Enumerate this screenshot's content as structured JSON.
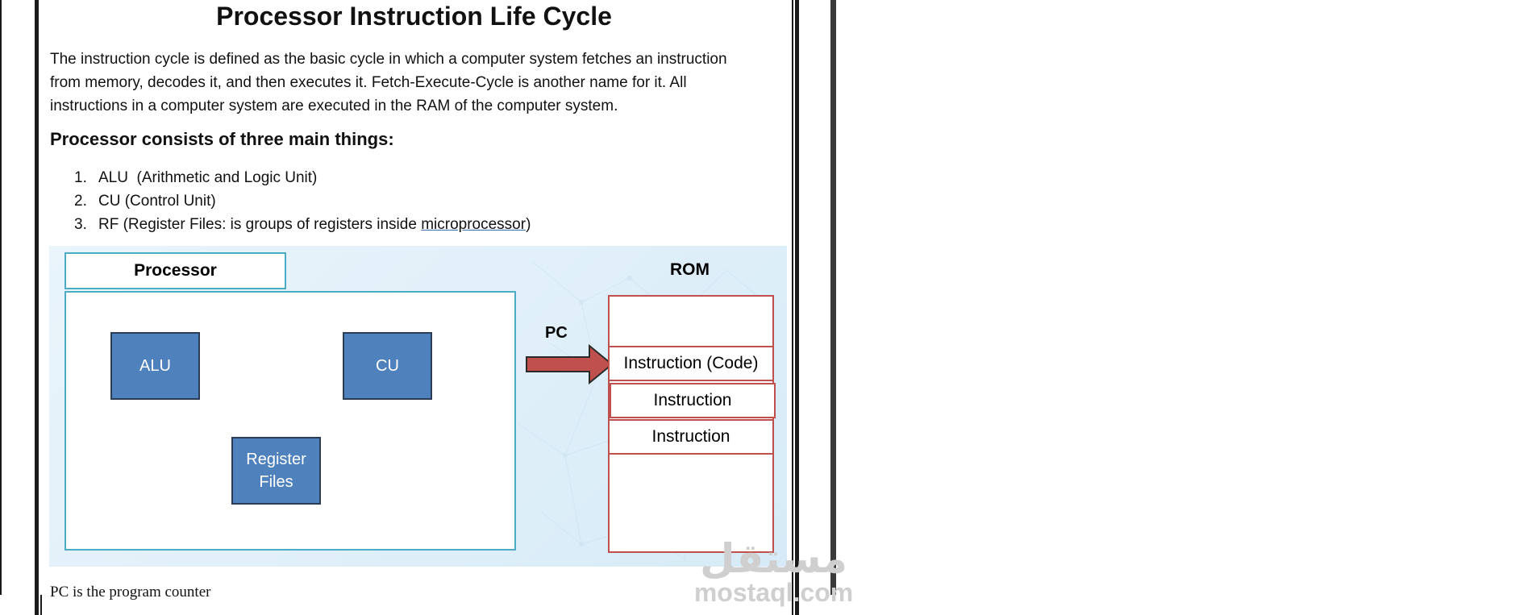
{
  "document": {
    "title": "Processor Instruction Life Cycle",
    "paragraph": {
      "line1": "The instruction cycle is defined as the basic cycle in which a computer system fetches an instruction",
      "line2": "from memory, decodes it, and then executes it. Fetch-Execute-Cycle is another name for it. All",
      "line3": "instructions in a computer system are executed in the RAM of the computer system."
    },
    "subheading": "Processor consists of three main things:",
    "list": [
      {
        "num": "1.",
        "text": "ALU  (Arithmetic and Logic Unit)"
      },
      {
        "num": "2.",
        "text": "CU (Control Unit)"
      },
      {
        "num": "3.",
        "text_before": "RF (Register Files: is groups of registers inside ",
        "link": "microprocessor",
        "text_after": ")"
      }
    ],
    "caption": "PC is the program counter"
  },
  "diagram": {
    "processor_label": "Processor",
    "alu": "ALU",
    "cu": "CU",
    "register_files_line1": "Register",
    "register_files_line2": "Files",
    "rom_label": "ROM",
    "pc_label": "PC",
    "rom_cells": [
      "Instruction (Code)",
      "Instruction",
      "Instruction"
    ],
    "colors": {
      "processor_border": "#4bacc6",
      "unit_fill": "#4f81bd",
      "rom_border": "#c0504d",
      "arrow_fill": "#c0504d"
    }
  },
  "watermark": {
    "arabic": "مستقل",
    "latin": "mostaql.com"
  }
}
